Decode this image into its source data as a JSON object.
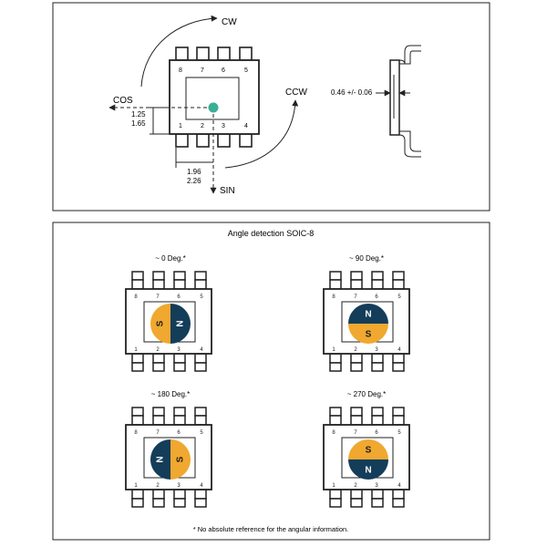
{
  "top_panel": {
    "cw_label": "CW",
    "ccw_label": "CCW",
    "cos_label": "COS",
    "sin_label": "SIN",
    "dim_v_1": "1.25",
    "dim_v_2": "1.65",
    "dim_h_1": "1.96",
    "dim_h_2": "2.26",
    "side_dim": "0.46 +/- 0.06",
    "pins_top": [
      "8",
      "7",
      "6",
      "5"
    ],
    "pins_bottom": [
      "1",
      "2",
      "3",
      "4"
    ]
  },
  "bottom_panel": {
    "title": "Angle detection SOIC-8",
    "footnote": "* No absolute reference for the angular information.",
    "chips": [
      {
        "label": "~ 0 Deg.*",
        "left": "S",
        "right": "N",
        "orientation": "vertical"
      },
      {
        "label": "~ 90 Deg.*",
        "top": "N",
        "bottom": "S",
        "orientation": "horizontal"
      },
      {
        "label": "~ 180 Deg.*",
        "left": "N",
        "right": "S",
        "orientation": "vertical"
      },
      {
        "label": "~ 270 Deg.*",
        "top": "S",
        "bottom": "N",
        "orientation": "horizontal"
      }
    ]
  },
  "colors": {
    "magnet_orange": "#F0A830",
    "magnet_navy": "#143D5A",
    "sensor_dot": "#3AAE96",
    "line": "#222222"
  }
}
